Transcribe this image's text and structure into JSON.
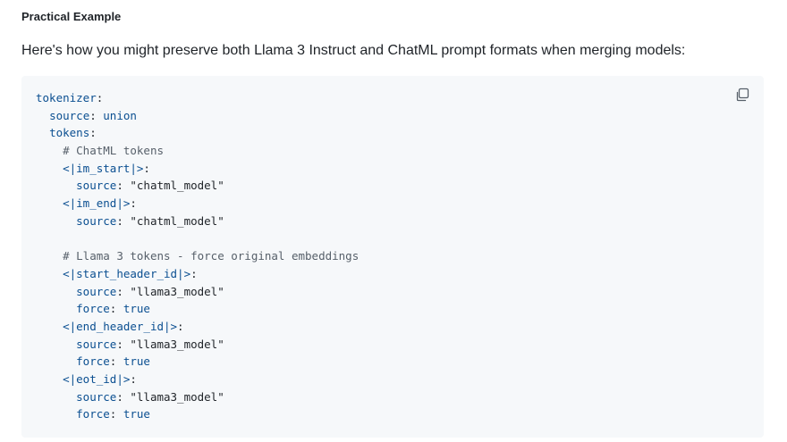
{
  "section": {
    "heading": "Practical Example",
    "intro": "Here's how you might preserve both Llama 3 Instruct and ChatML prompt formats when merging models:"
  },
  "code_block": {
    "copy_icon": "copy-icon",
    "lines": [
      {
        "indent": "",
        "key": "tokenizer",
        "sep": ":",
        "value": ""
      },
      {
        "indent": "  ",
        "key": "source",
        "sep": ": ",
        "value": "union"
      },
      {
        "indent": "  ",
        "key": "tokens",
        "sep": ":",
        "value": ""
      },
      {
        "indent": "    ",
        "comment": "# ChatML tokens"
      },
      {
        "indent": "    ",
        "key": "<|im_start|>",
        "sep": ":",
        "value": ""
      },
      {
        "indent": "      ",
        "key": "source",
        "sep": ": ",
        "value": "\"chatml_model\""
      },
      {
        "indent": "    ",
        "key": "<|im_end|>",
        "sep": ":",
        "value": ""
      },
      {
        "indent": "      ",
        "key": "source",
        "sep": ": ",
        "value": "\"chatml_model\""
      },
      {
        "indent": "",
        "blank": true
      },
      {
        "indent": "    ",
        "comment": "# Llama 3 tokens - force original embeddings"
      },
      {
        "indent": "    ",
        "key": "<|start_header_id|>",
        "sep": ":",
        "value": ""
      },
      {
        "indent": "      ",
        "key": "source",
        "sep": ": ",
        "value": "\"llama3_model\""
      },
      {
        "indent": "      ",
        "key": "force",
        "sep": ": ",
        "value": "true"
      },
      {
        "indent": "    ",
        "key": "<|end_header_id|>",
        "sep": ":",
        "value": ""
      },
      {
        "indent": "      ",
        "key": "source",
        "sep": ": ",
        "value": "\"llama3_model\""
      },
      {
        "indent": "      ",
        "key": "force",
        "sep": ": ",
        "value": "true"
      },
      {
        "indent": "    ",
        "key": "<|eot_id|>",
        "sep": ":",
        "value": ""
      },
      {
        "indent": "      ",
        "key": "source",
        "sep": ": ",
        "value": "\"llama3_model\""
      },
      {
        "indent": "      ",
        "key": "force",
        "sep": ": ",
        "value": "true"
      }
    ]
  }
}
